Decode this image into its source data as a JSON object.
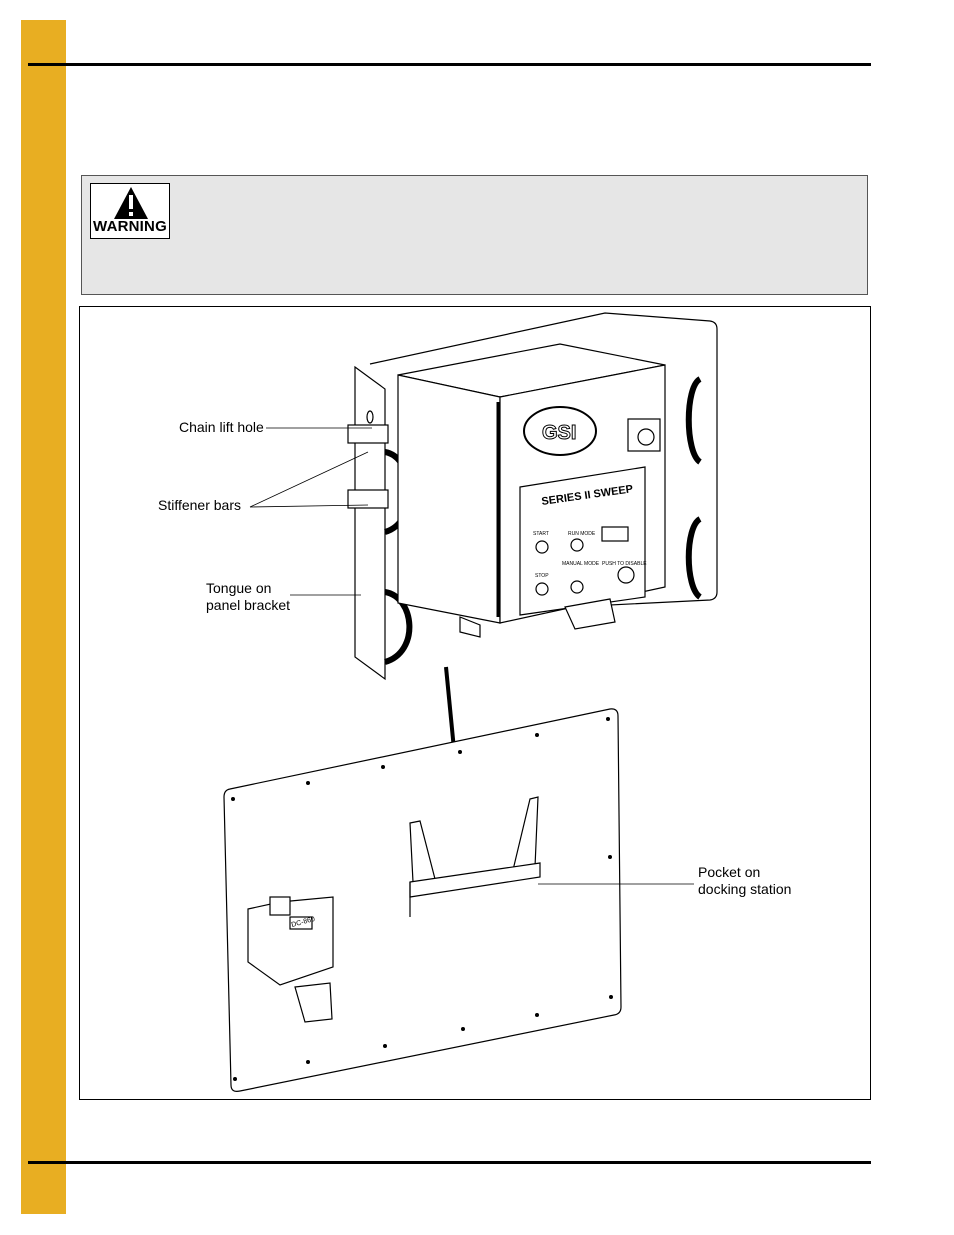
{
  "page": {
    "accent_color": "#E8AE22"
  },
  "warning": {
    "label": "WARNING",
    "icon": "warning-triangle-icon"
  },
  "figure": {
    "callouts": {
      "chain_lift_hole": "Chain lift hole",
      "stiffener_bars": "Stiffener bars",
      "tongue_line1": "Tongue on",
      "tongue_line2": "panel bracket",
      "pocket_line1": "Pocket on",
      "pocket_line2": "docking station"
    },
    "panel_text": {
      "brand": "GSI",
      "series": "SERIES II SWEEP",
      "start": "START",
      "stop": "STOP",
      "run_mode": "RUN MODE",
      "manual_mode": "MANUAL MODE",
      "push_to_disable": "PUSH TO DISABLE",
      "plug_label": "DC-860"
    }
  }
}
